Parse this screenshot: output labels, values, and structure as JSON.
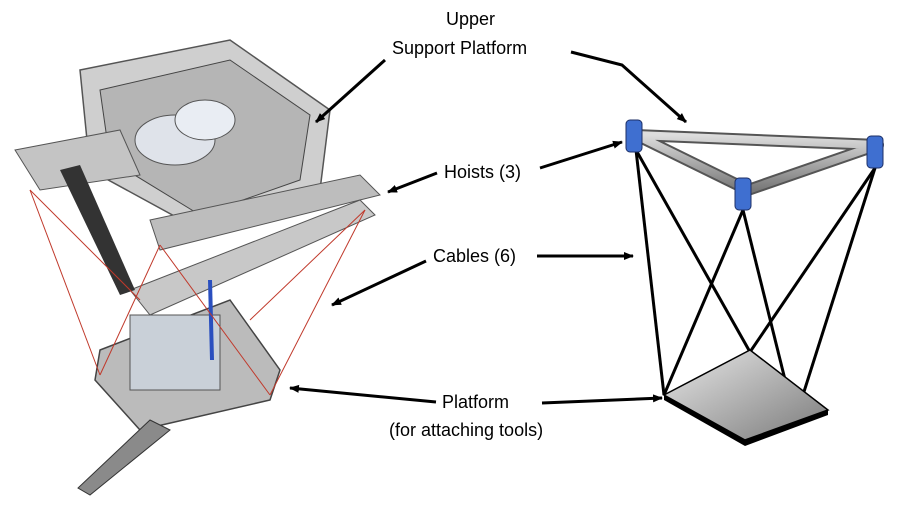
{
  "labels": {
    "upper_line1": "Upper",
    "upper_line2": "Support Platform",
    "hoists": "Hoists (3)",
    "cables": "Cables (6)",
    "platform_line1": "Platform",
    "platform_line2": "(for attaching tools)"
  },
  "colors": {
    "hoist_blue": "#3f6fd0",
    "cable_red": "#c0392b",
    "frame_gray": "#9a9a9a"
  }
}
